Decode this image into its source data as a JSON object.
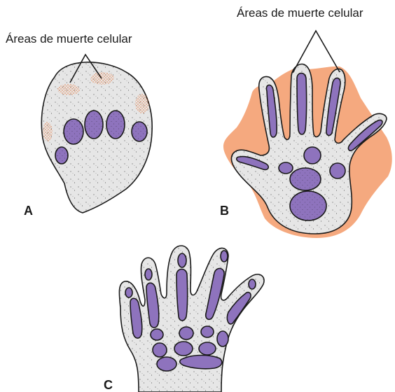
{
  "labels": {
    "cell_death_a": "Áreas de muerte celular",
    "cell_death_b": "Áreas de muerte celular",
    "panel_a": "A",
    "panel_b": "B",
    "panel_c": "C"
  },
  "colors": {
    "background": "#ffffff",
    "tissue": "#e6e6e6",
    "outline": "#1a1a1a",
    "cartilage": "#8e73bd",
    "cell_death": "#f5a97f",
    "cell_death_dots": "#e8763a",
    "stipple": "#2a2a2a"
  }
}
